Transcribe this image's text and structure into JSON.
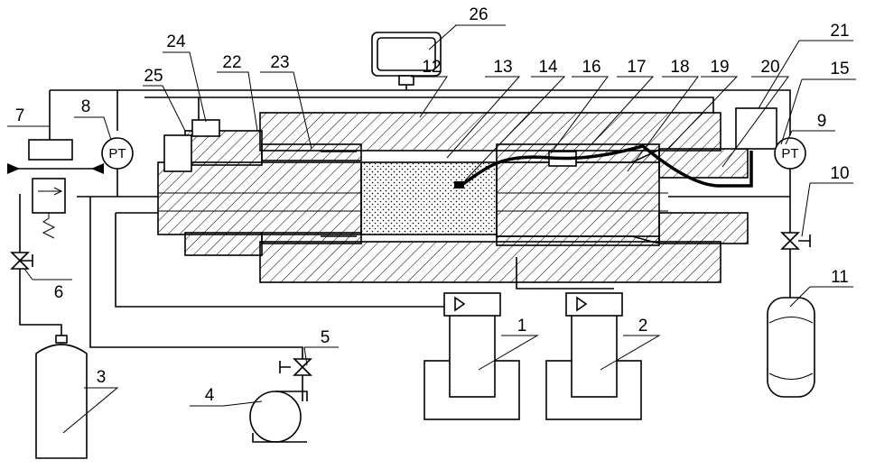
{
  "labels": {
    "l1": "1",
    "l2": "2",
    "l3": "3",
    "l4": "4",
    "l5": "5",
    "l6": "6",
    "l7": "7",
    "l8": "8",
    "l9": "9",
    "l10": "10",
    "l11": "11",
    "l12": "12",
    "l13": "13",
    "l14": "14",
    "l15": "15",
    "l16": "16",
    "l17": "17",
    "l18": "18",
    "l19": "19",
    "l20": "20",
    "l21": "21",
    "l22": "22",
    "l23": "23",
    "l24": "24",
    "l25": "25",
    "l26": "26"
  },
  "gauges": {
    "left": "PT",
    "right": "PT"
  }
}
